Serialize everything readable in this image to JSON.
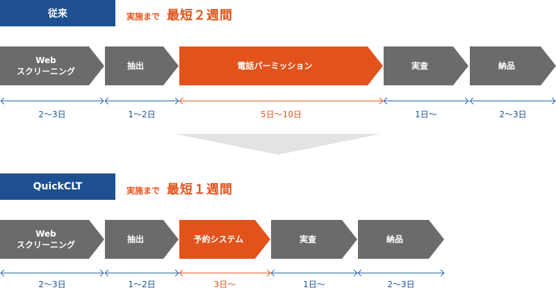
{
  "conventional": {
    "label": "従来",
    "lead_prefix": "実施まで",
    "lead_emphasis": "最短２週間",
    "steps": [
      {
        "label": "Web\nスクリーニング",
        "duration": "2〜3日",
        "highlight": false
      },
      {
        "label": "抽出",
        "duration": "1〜2日",
        "highlight": false
      },
      {
        "label": "電話パーミッション",
        "duration": "5日〜10日",
        "highlight": true
      },
      {
        "label": "実査",
        "duration": "1日〜",
        "highlight": false
      },
      {
        "label": "納品",
        "duration": "2〜3日",
        "highlight": false
      }
    ]
  },
  "quickclt": {
    "label": "QuickCLT",
    "lead_prefix": "実施まで",
    "lead_emphasis": "最短１週間",
    "steps": [
      {
        "label": "Web\nスクリーニング",
        "duration": "2〜3日",
        "highlight": false
      },
      {
        "label": "抽出",
        "duration": "1〜2日",
        "highlight": false
      },
      {
        "label": "予約システム",
        "duration": "3日〜",
        "highlight": true
      },
      {
        "label": "実査",
        "duration": "1日〜",
        "highlight": false
      },
      {
        "label": "納品",
        "duration": "2〜3日",
        "highlight": false
      }
    ]
  },
  "colors": {
    "label_bg": "#1d4f91",
    "step_gray": "#6b6b6b",
    "accent_orange": "#e2531c",
    "span_blue": "#2462a8"
  }
}
